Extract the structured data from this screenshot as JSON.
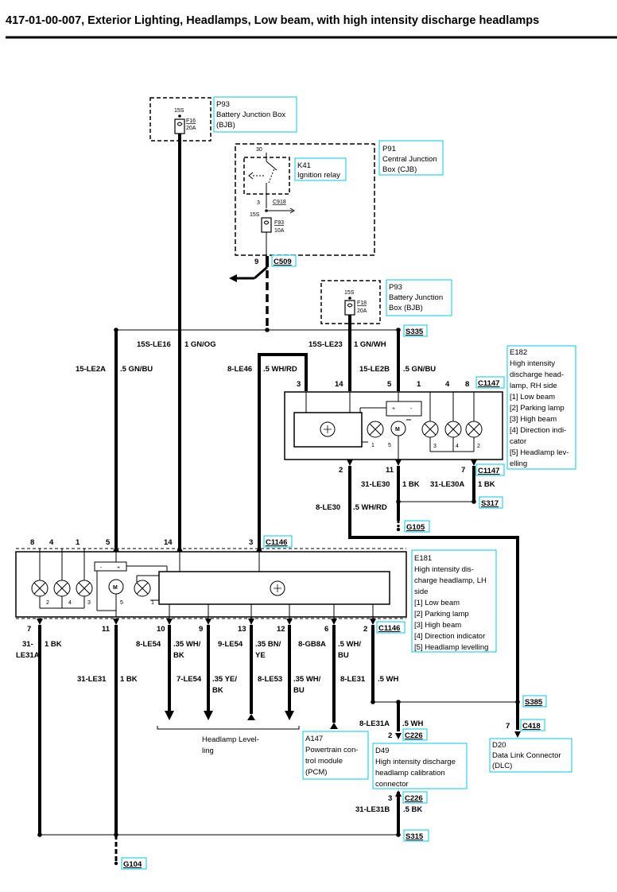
{
  "title": "417-01-00-007, Exterior Lighting, Headlamps, Low beam, with high intensity discharge headlamps",
  "components": {
    "p93_top": {
      "ref": "P93",
      "name_lines": [
        "Battery Junction Box",
        "(BJB)"
      ],
      "supply": "15S",
      "fuse": "F16",
      "rating": "20A"
    },
    "p91": {
      "ref": "P91",
      "name_lines": [
        "Central Junction",
        "Box (CJB)"
      ]
    },
    "k41": {
      "ref": "K41",
      "name_lines": [
        "Ignition relay"
      ],
      "pin_top": "30",
      "pin_bottom": "3",
      "conn": "C918",
      "supply": "15S",
      "fuse": "F93",
      "rating": "10A"
    },
    "p93_mid": {
      "ref": "P93",
      "name_lines": [
        "Battery Junction",
        "Box (BJB)"
      ],
      "supply": "15S",
      "fuse": "F18",
      "rating": "20A"
    },
    "e182": {
      "ref": "E182",
      "name_lines": [
        "High intensity",
        "discharge head-",
        "lamp, RH side",
        "[1] Low beam",
        "[2] Parking lamp",
        "[3] High beam",
        "[4] Direction indi-",
        "cator",
        "[5] Headlamp lev-",
        "elling"
      ]
    },
    "e181": {
      "ref": "E181",
      "name_lines": [
        "High intensity dis-",
        "charge headlamp, LH",
        "side",
        "[1] Low beam",
        "[2] Parking lamp",
        "[3] High beam",
        "[4] Direction indicator",
        "[5] Headlamp levelling"
      ]
    },
    "a147": {
      "ref": "A147",
      "name_lines": [
        "Powertrain con-",
        "trol module",
        "(PCM)"
      ]
    },
    "d49": {
      "ref": "D49",
      "name_lines": [
        "High intensity discharge",
        "headlamp calibration",
        "connector"
      ]
    },
    "d20": {
      "ref": "D20",
      "name_lines": [
        "Data Link Connector",
        "(DLC)"
      ]
    },
    "headlamp_levelling": {
      "name_lines": [
        "Headlamp Level-",
        "ling"
      ]
    }
  },
  "connectors": {
    "c509": "C509",
    "s335": "S335",
    "c1147_top": "C1147",
    "c1147_bot": "C1147",
    "s317": "S317",
    "g105": "G105",
    "c1146_top": "C1146",
    "c1146_bot": "C1146",
    "s385": "S385",
    "c418": "C418",
    "c226_top": "C226",
    "c226_bot": "C226",
    "s315": "S315",
    "g104": "G104"
  },
  "pins": {
    "c509": "9",
    "e182_top": [
      "3",
      "14",
      "5",
      "1",
      "4",
      "8"
    ],
    "e182_bot": [
      "2",
      "11",
      "7"
    ],
    "e181_top": [
      "8",
      "4",
      "1",
      "5",
      "14",
      "3"
    ],
    "e181_bot": [
      "7",
      "11",
      "10",
      "9",
      "13",
      "12",
      "6",
      "2"
    ],
    "c418": "7",
    "c226_top": "2",
    "c226_bot": "3",
    "e182_internal": [
      "1",
      "5",
      "3",
      "4",
      "2"
    ],
    "e181_internal": [
      "2",
      "4",
      "3",
      "5",
      "1"
    ]
  },
  "wires": {
    "w15s_le16": "15S-LE16",
    "w15s_le16_c": "1 GN/OG",
    "w15_le2a": "15-LE2A",
    "w15_le2a_c": ".5 GN/BU",
    "w8_le46": "8-LE46",
    "w8_le46_c": ".5 WH/RD",
    "w15s_le23": "15S-LE23",
    "w15s_le23_c": "1 GN/WH",
    "w15_le2b": "15-LE2B",
    "w15_le2b_c": ".5 GN/BU",
    "w31_le30": "31-LE30",
    "w31_le30_c": "1 BK",
    "w31_le30a": "31-LE30A",
    "w31_le30a_c": "1 BK",
    "w8_le30": "8-LE30",
    "w8_le30_c": ".5 WH/RD",
    "w31_le31a_a": "31-",
    "w31_le31a_b": "LE31A",
    "w31_le31a_c": "1 BK",
    "w31_le31": "31-LE31",
    "w31_le31_c": "1 BK",
    "w8_le54": "8-LE54",
    "w8_le54_c1": ".35 WH/",
    "w8_le54_c2": "BK",
    "w7_le54": "7-LE54",
    "w7_le54_c1": ".35 YE/",
    "w7_le54_c2": "BK",
    "w9_le54": "9-LE54",
    "w9_le54_c1": ".35 BN/",
    "w9_le54_c2": "YE",
    "w8_le53": "8-LE53",
    "w8_le53_c1": ".35 WH/",
    "w8_le53_c2": "BU",
    "w8_gb8a": "8-GB8A",
    "w8_gb8a_c1": ".5 WH/",
    "w8_gb8a_c2": "BU",
    "w8_le31": "8-LE31",
    "w8_le31_c": ".5 WH",
    "w8_le31a": "8-LE31A",
    "w8_le31a_c": ".5 WH",
    "w31_le31b": "31-LE31B",
    "w31_le31b_c": ".5 BK"
  },
  "colors": {
    "line": "#000000",
    "callout_border": "#00c8e6",
    "background": "#ffffff"
  }
}
